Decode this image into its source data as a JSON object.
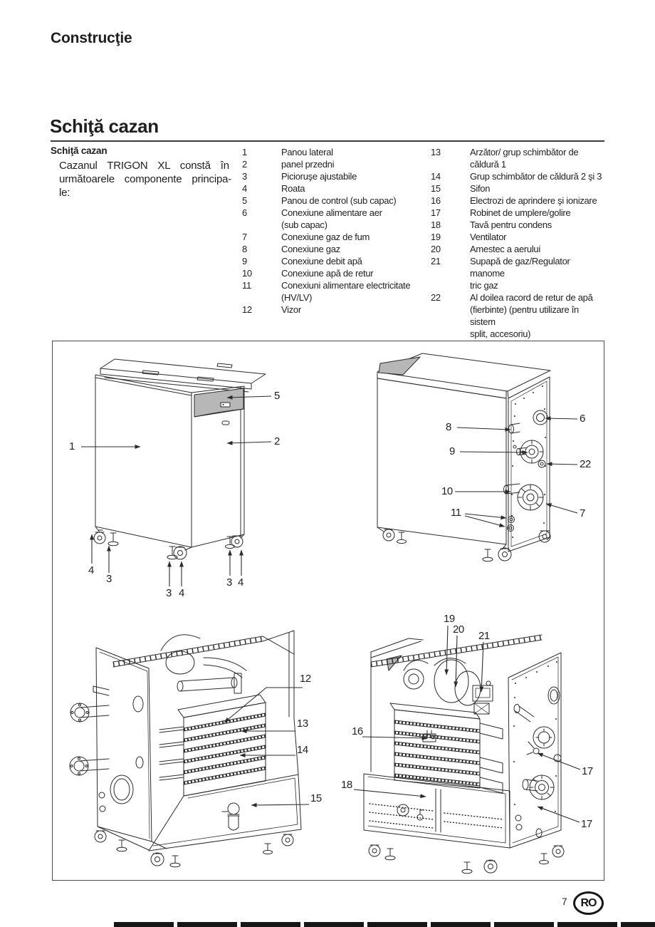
{
  "page": {
    "title": "Construcţie",
    "section_title": "Schiţă cazan"
  },
  "intro": {
    "heading": "Schiţă cazan",
    "body": "Cazanul TRIGON XL constă în\nurmătoarele componente principa-\nle:"
  },
  "parts_list": {
    "column1": [
      {
        "num": "1",
        "label": "Panou lateral"
      },
      {
        "num": "2",
        "label": "panel przedni"
      },
      {
        "num": "3",
        "label": "Picioruşe ajustabile"
      },
      {
        "num": "4",
        "label": "Roata"
      },
      {
        "num": "5",
        "label": "Panou de control (sub capac)"
      },
      {
        "num": "6",
        "label": "Conexiune alimentare aer\n(sub capac)"
      },
      {
        "num": "7",
        "label": "Conexiune gaz de fum"
      },
      {
        "num": "8",
        "label": "Conexiune gaz"
      },
      {
        "num": "9",
        "label": "Conexiune debit apă"
      },
      {
        "num": "10",
        "label": "Conexiune apă de retur"
      },
      {
        "num": "11",
        "label": "Conexiuni alimentare electricitate\n(HV/LV)"
      },
      {
        "num": "12",
        "label": "Vizor"
      }
    ],
    "column2": [
      {
        "num": "13",
        "label": "Arzător/ grup schimbător de\ncăldură 1"
      },
      {
        "num": "14",
        "label": "Grup schimbător de căldură 2 şi 3"
      },
      {
        "num": "15",
        "label": "Sifon"
      },
      {
        "num": "16",
        "label": "Electrozi de aprindere şi ionizare"
      },
      {
        "num": "17",
        "label": "Robinet de umplere/golire"
      },
      {
        "num": "18",
        "label": "Tavă pentru condens"
      },
      {
        "num": "19",
        "label": "Ventilator"
      },
      {
        "num": "20",
        "label": "Amestec a aerului"
      },
      {
        "num": "21",
        "label": "Supapă de gaz/Regulator manome\ntric gaz"
      },
      {
        "num": "22",
        "label": "Al doilea racord de retur de apă\n(fierbinte) (pentru utilizare în sistem\nsplit, accesoriu)"
      }
    ]
  },
  "figure": {
    "view_front": {
      "callouts": [
        "1",
        "5",
        "2",
        "4",
        "3",
        "3",
        "4",
        "3",
        "4"
      ]
    },
    "view_rear": {
      "callouts": [
        "8",
        "9",
        "10",
        "11",
        "6",
        "22",
        "7"
      ]
    },
    "view_inner_front": {
      "callouts": [
        "12",
        "13",
        "14",
        "15"
      ]
    },
    "view_inner_rear": {
      "callouts": [
        "19",
        "20",
        "21",
        "16",
        "18",
        "17",
        "17"
      ]
    }
  },
  "footer": {
    "page_number": "7",
    "badge": "RO"
  }
}
